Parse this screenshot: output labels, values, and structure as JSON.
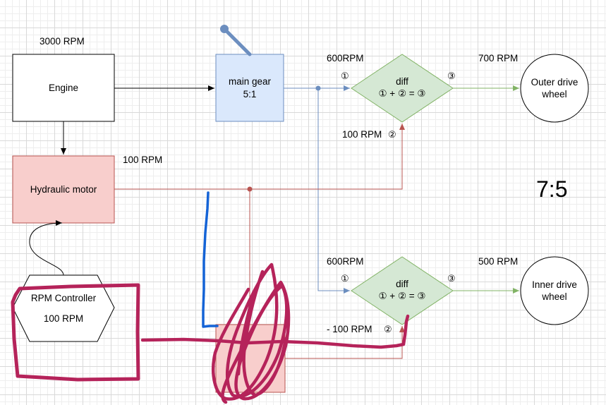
{
  "nodes": {
    "engine": {
      "label": "Engine",
      "rpm": "3000 RPM"
    },
    "main_gear": {
      "line1": "main gear",
      "line2": "5:1"
    },
    "hydraulic_motor": {
      "label": "Hydraulic motor",
      "rpm": "100 RPM"
    },
    "rpm_controller": {
      "line1": "RPM Controller",
      "line2": "100 RPM"
    },
    "diff_top": {
      "label": "diff",
      "formula": "① + ② = ③",
      "in1_rpm": "600RPM",
      "in2_rpm": "100 RPM",
      "out_rpm": "700 RPM"
    },
    "diff_bottom": {
      "label": "diff",
      "formula": "① + ② = ③",
      "in1_rpm": "600RPM",
      "in2_rpm": "- 100 RPM",
      "out_rpm": "500 RPM"
    },
    "outer_wheel": {
      "line1": "Outer drive",
      "line2": "wheel"
    },
    "inner_wheel": {
      "line1": "Inner drive",
      "line2": "wheel"
    }
  },
  "port_markers": {
    "in1": "①",
    "in2": "②",
    "out": "③"
  },
  "ratio": "7:5",
  "colors": {
    "blue_fill": "#dae8fc",
    "blue_stroke": "#6c8ebf",
    "red_fill": "#f8cecc",
    "red_stroke": "#b85450",
    "green_fill": "#d5e8d4",
    "green_stroke": "#82b366",
    "scribble_red": "#b5235a",
    "scribble_blue": "#1463d6"
  }
}
